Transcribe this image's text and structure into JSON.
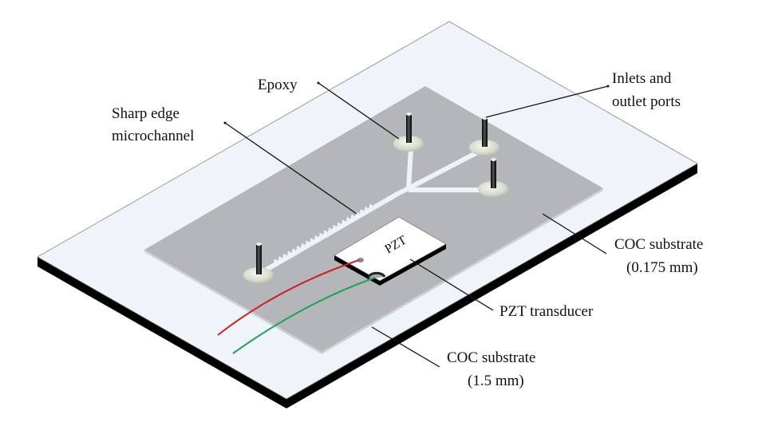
{
  "figure": {
    "type": "isometric device schematic",
    "labels": {
      "epoxy": "Epoxy",
      "ports_line1": "Inlets and",
      "ports_line2": "outlet ports",
      "channel_line1": "Sharp edge",
      "channel_line2": "microchannel",
      "thin_substrate_line1": "COC substrate",
      "thin_substrate_line2": "(0.175 mm)",
      "transducer": "PZT transducer",
      "thick_substrate_line1": "COC substrate",
      "thick_substrate_line2": "(1.5 mm)",
      "pzt_chip": "PZT"
    },
    "colors": {
      "base_plate": "#eef4fa",
      "base_edge": "#000000",
      "thin_plate": "#b5b6b9",
      "channel": "#eef3f8",
      "epoxy": "#d4dccb",
      "port": "#111111",
      "pzt_top": "#ffffff",
      "wire_red": "#d21f26",
      "wire_green": "#1fa353",
      "leader": "#111111"
    }
  }
}
